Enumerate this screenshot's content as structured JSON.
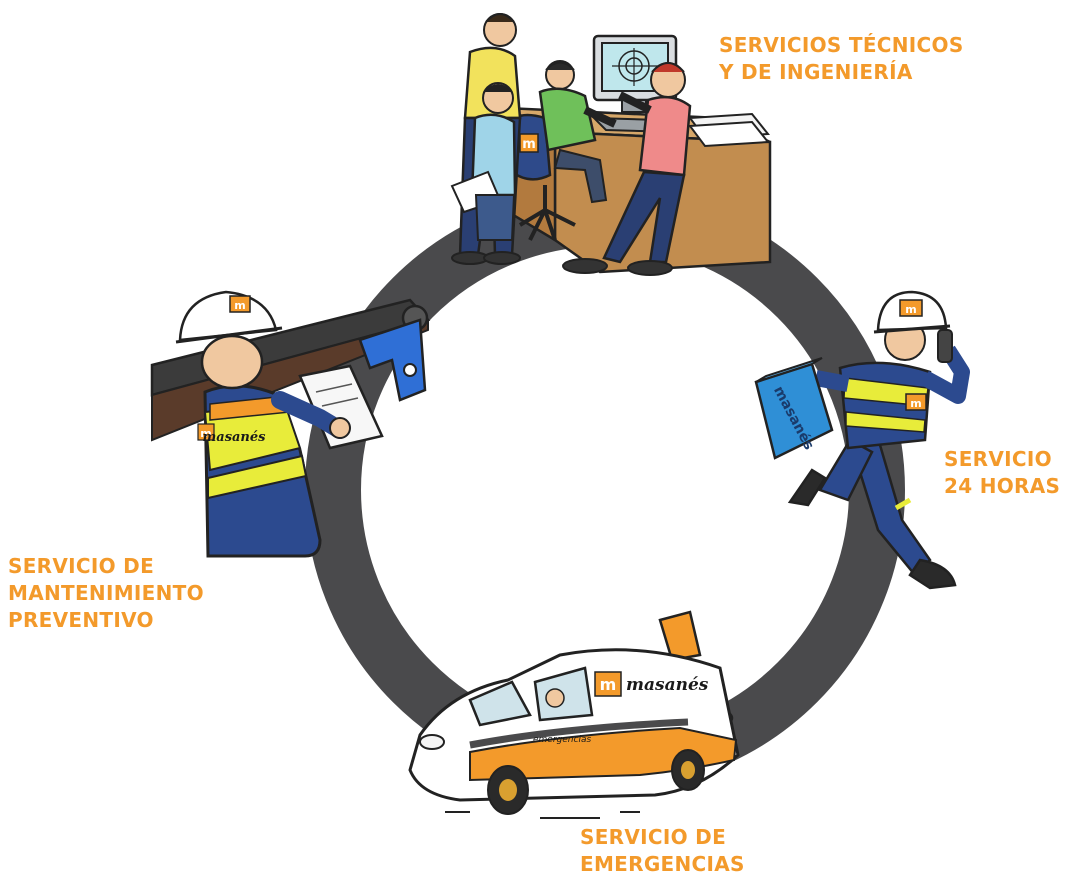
{
  "colors": {
    "accent": "#f39a2b",
    "ring": "#4a4a4c",
    "workwear_blue": "#2c4a8f",
    "hivis_yellow": "#e8ec3a"
  },
  "labels": {
    "technical": [
      "SERVICIOS TÉCNICOS",
      "Y DE INGENIERÍA"
    ],
    "hours24": [
      "SERVICIO",
      "24 HORAS"
    ],
    "preventive": [
      "SERVICIO DE",
      "MANTENIMIENTO",
      "PREVENTIVO"
    ],
    "emergency": [
      "SERVICIO DE",
      "EMERGENCIAS"
    ]
  },
  "brand": {
    "name": "masanés",
    "van_text": "emergencias",
    "logo_letter": "m"
  },
  "icons": [
    "engineering-office-illustration",
    "technician-24h-illustration",
    "emergency-van-illustration",
    "maintenance-worker-illustration"
  ]
}
